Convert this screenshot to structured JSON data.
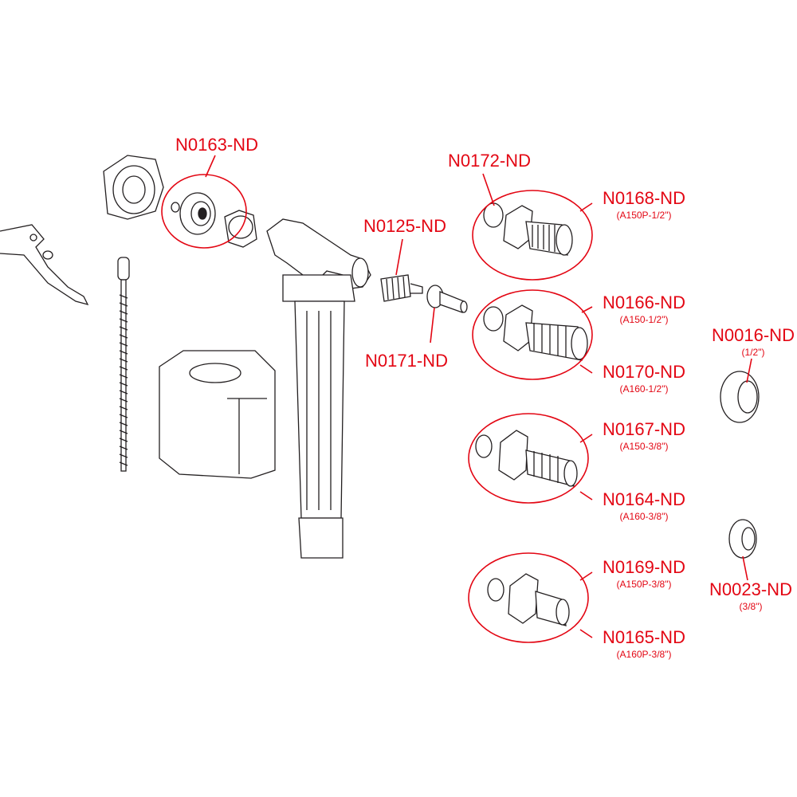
{
  "colors": {
    "accent": "#e30613",
    "line": "#231f20",
    "part_fill": "#ffffff"
  },
  "parts": [
    {
      "id": "n0163",
      "code": "N0163-ND"
    },
    {
      "id": "n0172",
      "code": "N0172-ND"
    },
    {
      "id": "n0168",
      "code": "N0168-ND",
      "sub": "(A150P-1/2\")"
    },
    {
      "id": "n0125",
      "code": "N0125-ND"
    },
    {
      "id": "n0171",
      "code": "N0171-ND"
    },
    {
      "id": "n0166",
      "code": "N0166-ND",
      "sub": "(A150-1/2\")"
    },
    {
      "id": "n0016",
      "code": "N0016-ND",
      "sub": "(1/2\")"
    },
    {
      "id": "n0170",
      "code": "N0170-ND",
      "sub": "(A160-1/2\")"
    },
    {
      "id": "n0167",
      "code": "N0167-ND",
      "sub": "(A150-3/8\")"
    },
    {
      "id": "n0164",
      "code": "N0164-ND",
      "sub": "(A160-3/8\")"
    },
    {
      "id": "n0169",
      "code": "N0169-ND",
      "sub": "(A150P-3/8\")"
    },
    {
      "id": "n0023",
      "code": "N0023-ND",
      "sub": "(3/8\")"
    },
    {
      "id": "n0165",
      "code": "N0165-ND",
      "sub": "(A160P-3/8\")"
    }
  ]
}
